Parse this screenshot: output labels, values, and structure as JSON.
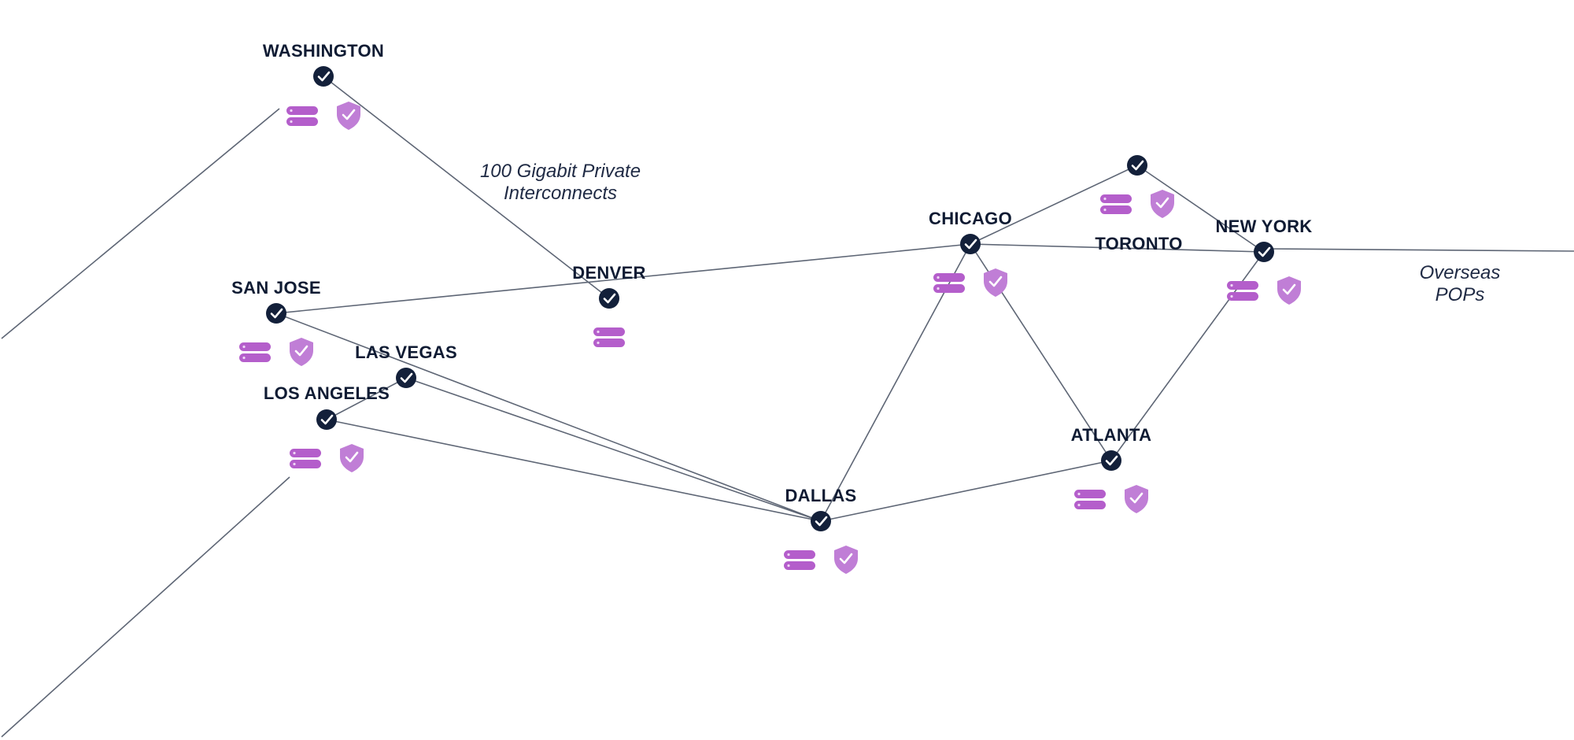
{
  "diagram": {
    "annotations": {
      "interconnect_line1": "100 Gigabit Private",
      "interconnect_line2": "Interconnects",
      "overseas_line1": "Overseas",
      "overseas_line2": "POPs"
    },
    "nodes": [
      {
        "id": "washington",
        "label": "WASHINGTON",
        "icons": [
          "server-icon",
          "shield-check-icon"
        ]
      },
      {
        "id": "san-jose",
        "label": "SAN JOSE",
        "icons": [
          "server-icon",
          "shield-check-icon"
        ]
      },
      {
        "id": "denver",
        "label": "DENVER",
        "icons": [
          "server-icon"
        ]
      },
      {
        "id": "las-vegas",
        "label": "LAS VEGAS",
        "icons": []
      },
      {
        "id": "los-angeles",
        "label": "LOS ANGELES",
        "icons": [
          "server-icon",
          "shield-check-icon"
        ]
      },
      {
        "id": "dallas",
        "label": "DALLAS",
        "icons": [
          "server-icon",
          "shield-check-icon"
        ]
      },
      {
        "id": "chicago",
        "label": "CHICAGO",
        "icons": [
          "server-icon",
          "shield-check-icon"
        ]
      },
      {
        "id": "toronto",
        "label": "",
        "icons": [
          "server-icon",
          "shield-check-icon"
        ]
      },
      {
        "id": "new-york",
        "label": "NEW YORK",
        "icons": [
          "server-icon",
          "shield-check-icon"
        ]
      },
      {
        "id": "atlanta",
        "label": "ATLANTA",
        "icons": [
          "server-icon",
          "shield-check-icon"
        ]
      }
    ],
    "floating_labels": [
      {
        "id": "toronto-label",
        "label": "TORONTO"
      }
    ],
    "links": [
      [
        "washington",
        "denver"
      ],
      [
        "san-jose",
        "chicago"
      ],
      [
        "san-jose",
        "dallas"
      ],
      [
        "las-vegas",
        "dallas"
      ],
      [
        "las-vegas",
        "los-angeles"
      ],
      [
        "los-angeles",
        "dallas"
      ],
      [
        "dallas",
        "chicago"
      ],
      [
        "dallas",
        "atlanta"
      ],
      [
        "chicago",
        "atlanta"
      ],
      [
        "chicago",
        "toronto"
      ],
      [
        "chicago",
        "new-york"
      ],
      [
        "toronto",
        "new-york"
      ],
      [
        "new-york",
        "atlanta"
      ]
    ],
    "colors": {
      "node": "#13203a",
      "link": "#5e6675",
      "server": "#b45ecb",
      "shield": "#c07ed6",
      "label": "#0f1b33"
    }
  }
}
